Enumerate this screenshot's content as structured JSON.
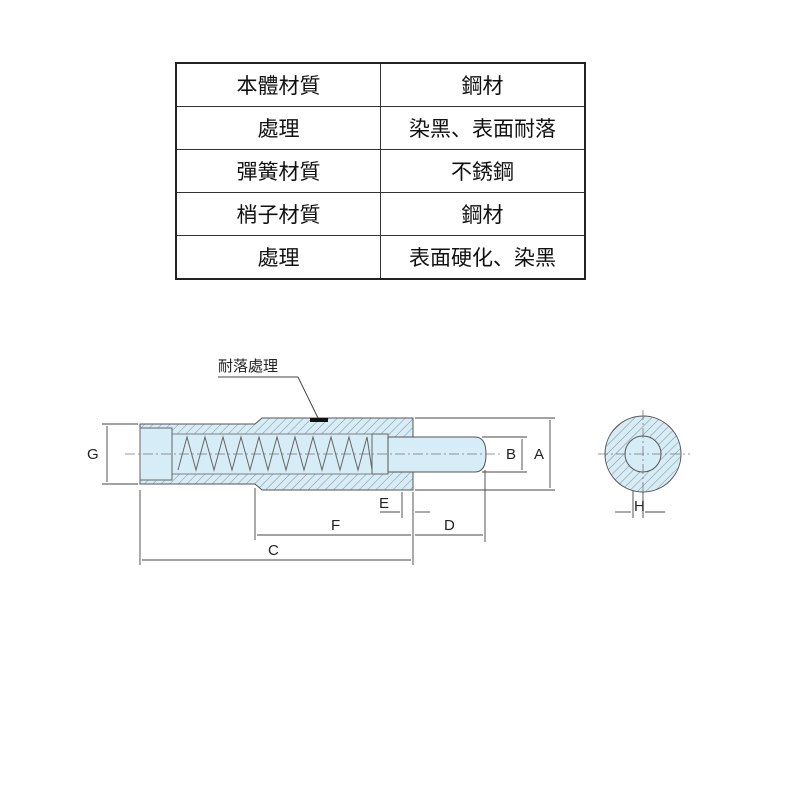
{
  "spec_table": {
    "rows": [
      {
        "label": "本體材質",
        "value": "鋼材"
      },
      {
        "label": "處理",
        "value": "染黑、表面耐落"
      },
      {
        "label": "彈簧材質",
        "value": "不銹鋼"
      },
      {
        "label": "梢子材質",
        "value": "鋼材"
      },
      {
        "label": "處理",
        "value": "表面硬化、染黑"
      }
    ]
  },
  "drawing": {
    "callout": "耐落處理",
    "dimensions": {
      "A": "A",
      "B": "B",
      "C": "C",
      "D": "D",
      "E": "E",
      "F": "F",
      "G": "G",
      "H": "H"
    },
    "colors": {
      "fill": "#d6ecf7",
      "line": "#555555"
    }
  }
}
